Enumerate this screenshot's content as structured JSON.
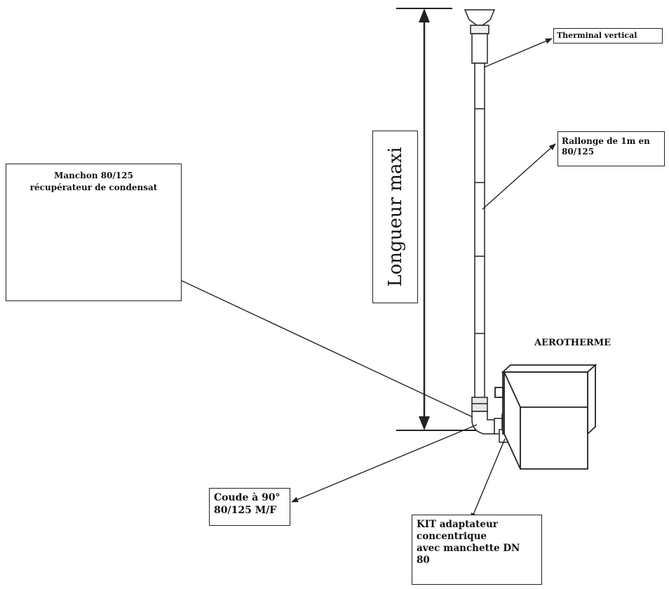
{
  "labels": {
    "terminal": "Therminal vertical",
    "rallonge": [
      "Rallonge de 1m en",
      "80/125"
    ],
    "manchon": [
      "Manchon 80/125",
      "récupérateur de condensat"
    ],
    "longueur": "Longueur maxi",
    "aerotherme": "AEROTHERME",
    "coude": [
      "Coude à 90°",
      "80/125  M/F"
    ],
    "kit": [
      "KIT adaptateur",
      "concentrique",
      "avec manchette DN",
      "80"
    ]
  },
  "colors": {
    "line": "#222222",
    "background": "#ffffff"
  }
}
